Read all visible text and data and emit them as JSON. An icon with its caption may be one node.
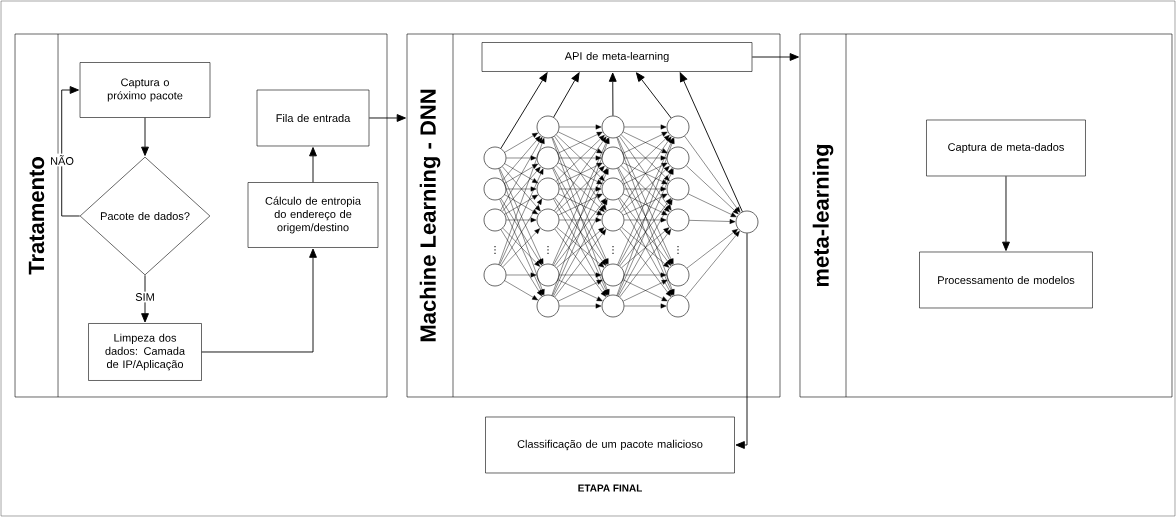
{
  "diagram": {
    "nodes": [
      {
        "text": [
          "Tratamento"
        ]
      },
      {
        "text": [
          "Captura o próximo pacote"
        ],
        "in": 0
      },
      {
        "text": [
          "Pacote de dados?"
        ],
        "in": 0
      },
      {
        "text": [
          "Limpeza dos dados: Camada de IP/Aplicação"
        ],
        "in": 0
      },
      {
        "text": [
          "Cálculo de entropia do endereço de origem/destino"
        ],
        "in": 0
      },
      {
        "text": [
          "Fila de entrada"
        ],
        "in": 0
      },
      {
        "text": [
          "Machine Learning - DNN"
        ]
      },
      {
        "text": [
          "API de meta-learning"
        ],
        "in": 6
      },
      {
        "text": [],
        "shape": "circle",
        "in": 6
      },
      {
        "text": [],
        "shape": "circle",
        "in": 6
      },
      {
        "text": [],
        "shape": "circle",
        "in": 6
      },
      {
        "text": [],
        "shape": "circle",
        "in": 6
      },
      {
        "text": [],
        "shape": "circle",
        "in": 6
      },
      {
        "text": [],
        "shape": "circle",
        "in": 6
      },
      {
        "text": [],
        "shape": "circle",
        "in": 6
      },
      {
        "text": [],
        "shape": "circle",
        "in": 6
      },
      {
        "text": [],
        "shape": "circle",
        "in": 6
      },
      {
        "text": [],
        "shape": "circle",
        "in": 6
      },
      {
        "text": [],
        "shape": "circle",
        "in": 6
      },
      {
        "text": [],
        "shape": "circle",
        "in": 6
      },
      {
        "text": [],
        "shape": "circle",
        "in": 6
      },
      {
        "text": [],
        "shape": "circle",
        "in": 6
      },
      {
        "text": [],
        "shape": "circle",
        "in": 6
      },
      {
        "text": [],
        "shape": "circle",
        "in": 6
      },
      {
        "text": [],
        "shape": "circle",
        "in": 6
      },
      {
        "text": [],
        "shape": "circle",
        "in": 6
      },
      {
        "text": [],
        "shape": "circle",
        "in": 6
      },
      {
        "text": [],
        "shape": "circle",
        "in": 6
      },
      {
        "text": [],
        "shape": "circle",
        "in": 6
      },
      {
        "text": [],
        "shape": "circle",
        "in": 6
      },
      {
        "text": [],
        "shape": "circle",
        "in": 6
      },
      {
        "text": [
          "meta-learning"
        ]
      },
      {
        "text": [
          "Captura de meta-dados"
        ],
        "in": 31
      },
      {
        "text": [
          "Processamento de modelos"
        ],
        "in": 31
      },
      {
        "text": [
          "Classificação de um pacote malicioso"
        ],
        "beside": [
          "ETAPA FINAL"
        ]
      }
    ],
    "edges": [
      {
        "from": 1,
        "to": 2,
        "arrow": "to"
      },
      {
        "from": 2,
        "to": 1,
        "arrow": "to",
        "label": "NÃO"
      },
      {
        "from": 2,
        "to": 3,
        "arrow": "to",
        "label": "SIM"
      },
      {
        "from": 3,
        "to": 4,
        "arrow": "to"
      },
      {
        "from": 4,
        "to": 5,
        "arrow": "to"
      },
      {
        "from": 5,
        "to": 6,
        "arrow": "to"
      },
      {
        "from": 8,
        "to": 7,
        "arrow": "to"
      },
      {
        "from": 12,
        "to": 7,
        "arrow": "to"
      },
      {
        "from": 18,
        "to": 7,
        "arrow": "to"
      },
      {
        "from": 24,
        "to": 7,
        "arrow": "to"
      },
      {
        "from": 30,
        "to": 7,
        "arrow": "to"
      },
      {
        "from": 7,
        "to": 31,
        "arrow": "to"
      },
      {
        "from": 30,
        "to": 34,
        "arrow": "to"
      },
      {
        "from": 32,
        "to": 33,
        "arrow": "to"
      },
      {
        "from": 8,
        "to": 12,
        "arrow": "to"
      },
      {
        "from": 8,
        "to": 13,
        "arrow": "to"
      },
      {
        "from": 8,
        "to": 14,
        "arrow": "to"
      },
      {
        "from": 8,
        "to": 15,
        "arrow": "to"
      },
      {
        "from": 8,
        "to": 16,
        "arrow": "to"
      },
      {
        "from": 8,
        "to": 17,
        "arrow": "to"
      },
      {
        "from": 9,
        "to": 12,
        "arrow": "to"
      },
      {
        "from": 9,
        "to": 13,
        "arrow": "to"
      },
      {
        "from": 9,
        "to": 14,
        "arrow": "to"
      },
      {
        "from": 9,
        "to": 15,
        "arrow": "to"
      },
      {
        "from": 9,
        "to": 16,
        "arrow": "to"
      },
      {
        "from": 9,
        "to": 17,
        "arrow": "to"
      },
      {
        "from": 10,
        "to": 12,
        "arrow": "to"
      },
      {
        "from": 10,
        "to": 13,
        "arrow": "to"
      },
      {
        "from": 10,
        "to": 14,
        "arrow": "to"
      },
      {
        "from": 10,
        "to": 15,
        "arrow": "to"
      },
      {
        "from": 10,
        "to": 16,
        "arrow": "to"
      },
      {
        "from": 10,
        "to": 17,
        "arrow": "to"
      },
      {
        "from": 11,
        "to": 12,
        "arrow": "to"
      },
      {
        "from": 11,
        "to": 13,
        "arrow": "to"
      },
      {
        "from": 11,
        "to": 14,
        "arrow": "to"
      },
      {
        "from": 11,
        "to": 15,
        "arrow": "to"
      },
      {
        "from": 11,
        "to": 16,
        "arrow": "to"
      },
      {
        "from": 11,
        "to": 17,
        "arrow": "to"
      },
      {
        "from": 12,
        "to": 18,
        "arrow": "to"
      },
      {
        "from": 12,
        "to": 19,
        "arrow": "to"
      },
      {
        "from": 12,
        "to": 20,
        "arrow": "to"
      },
      {
        "from": 12,
        "to": 21,
        "arrow": "to"
      },
      {
        "from": 12,
        "to": 22,
        "arrow": "to"
      },
      {
        "from": 12,
        "to": 23,
        "arrow": "to"
      },
      {
        "from": 13,
        "to": 18,
        "arrow": "to"
      },
      {
        "from": 13,
        "to": 19,
        "arrow": "to"
      },
      {
        "from": 13,
        "to": 20,
        "arrow": "to"
      },
      {
        "from": 13,
        "to": 21,
        "arrow": "to"
      },
      {
        "from": 13,
        "to": 22,
        "arrow": "to"
      },
      {
        "from": 13,
        "to": 23,
        "arrow": "to"
      },
      {
        "from": 14,
        "to": 18,
        "arrow": "to"
      },
      {
        "from": 14,
        "to": 19,
        "arrow": "to"
      },
      {
        "from": 14,
        "to": 20,
        "arrow": "to"
      },
      {
        "from": 14,
        "to": 21,
        "arrow": "to"
      },
      {
        "from": 14,
        "to": 22,
        "arrow": "to"
      },
      {
        "from": 14,
        "to": 23,
        "arrow": "to"
      },
      {
        "from": 15,
        "to": 18,
        "arrow": "to"
      },
      {
        "from": 15,
        "to": 19,
        "arrow": "to"
      },
      {
        "from": 15,
        "to": 20,
        "arrow": "to"
      },
      {
        "from": 15,
        "to": 21,
        "arrow": "to"
      },
      {
        "from": 15,
        "to": 22,
        "arrow": "to"
      },
      {
        "from": 15,
        "to": 23,
        "arrow": "to"
      },
      {
        "from": 16,
        "to": 18,
        "arrow": "to"
      },
      {
        "from": 16,
        "to": 19,
        "arrow": "to"
      },
      {
        "from": 16,
        "to": 20,
        "arrow": "to"
      },
      {
        "from": 16,
        "to": 21,
        "arrow": "to"
      },
      {
        "from": 16,
        "to": 22,
        "arrow": "to"
      },
      {
        "from": 16,
        "to": 23,
        "arrow": "to"
      },
      {
        "from": 17,
        "to": 18,
        "arrow": "to"
      },
      {
        "from": 17,
        "to": 19,
        "arrow": "to"
      },
      {
        "from": 17,
        "to": 20,
        "arrow": "to"
      },
      {
        "from": 17,
        "to": 21,
        "arrow": "to"
      },
      {
        "from": 17,
        "to": 22,
        "arrow": "to"
      },
      {
        "from": 17,
        "to": 23,
        "arrow": "to"
      },
      {
        "from": 18,
        "to": 24,
        "arrow": "to"
      },
      {
        "from": 18,
        "to": 25,
        "arrow": "to"
      },
      {
        "from": 18,
        "to": 26,
        "arrow": "to"
      },
      {
        "from": 18,
        "to": 27,
        "arrow": "to"
      },
      {
        "from": 18,
        "to": 28,
        "arrow": "to"
      },
      {
        "from": 18,
        "to": 29,
        "arrow": "to"
      },
      {
        "from": 19,
        "to": 24,
        "arrow": "to"
      },
      {
        "from": 19,
        "to": 25,
        "arrow": "to"
      },
      {
        "from": 19,
        "to": 26,
        "arrow": "to"
      },
      {
        "from": 19,
        "to": 27,
        "arrow": "to"
      },
      {
        "from": 19,
        "to": 28,
        "arrow": "to"
      },
      {
        "from": 19,
        "to": 29,
        "arrow": "to"
      },
      {
        "from": 20,
        "to": 24,
        "arrow": "to"
      },
      {
        "from": 20,
        "to": 25,
        "arrow": "to"
      },
      {
        "from": 20,
        "to": 26,
        "arrow": "to"
      },
      {
        "from": 20,
        "to": 27,
        "arrow": "to"
      },
      {
        "from": 20,
        "to": 28,
        "arrow": "to"
      },
      {
        "from": 20,
        "to": 29,
        "arrow": "to"
      },
      {
        "from": 21,
        "to": 24,
        "arrow": "to"
      },
      {
        "from": 21,
        "to": 25,
        "arrow": "to"
      },
      {
        "from": 21,
        "to": 26,
        "arrow": "to"
      },
      {
        "from": 21,
        "to": 27,
        "arrow": "to"
      },
      {
        "from": 21,
        "to": 28,
        "arrow": "to"
      },
      {
        "from": 21,
        "to": 29,
        "arrow": "to"
      },
      {
        "from": 22,
        "to": 24,
        "arrow": "to"
      },
      {
        "from": 22,
        "to": 25,
        "arrow": "to"
      },
      {
        "from": 22,
        "to": 26,
        "arrow": "to"
      },
      {
        "from": 22,
        "to": 27,
        "arrow": "to"
      },
      {
        "from": 22,
        "to": 28,
        "arrow": "to"
      },
      {
        "from": 22,
        "to": 29,
        "arrow": "to"
      },
      {
        "from": 23,
        "to": 24,
        "arrow": "to"
      },
      {
        "from": 23,
        "to": 25,
        "arrow": "to"
      },
      {
        "from": 23,
        "to": 26,
        "arrow": "to"
      },
      {
        "from": 23,
        "to": 27,
        "arrow": "to"
      },
      {
        "from": 23,
        "to": 28,
        "arrow": "to"
      },
      {
        "from": 23,
        "to": 29,
        "arrow": "to"
      },
      {
        "from": 24,
        "to": 30,
        "arrow": "to"
      },
      {
        "from": 25,
        "to": 30,
        "arrow": "to"
      },
      {
        "from": 26,
        "to": 30,
        "arrow": "to"
      },
      {
        "from": 27,
        "to": 30,
        "arrow": "to"
      },
      {
        "from": 28,
        "to": 30,
        "arrow": "to"
      },
      {
        "from": 29,
        "to": 30,
        "arrow": "to"
      }
    ],
    "labels": [
      "⋮",
      "⋮",
      "⋮",
      "⋮"
    ]
  }
}
